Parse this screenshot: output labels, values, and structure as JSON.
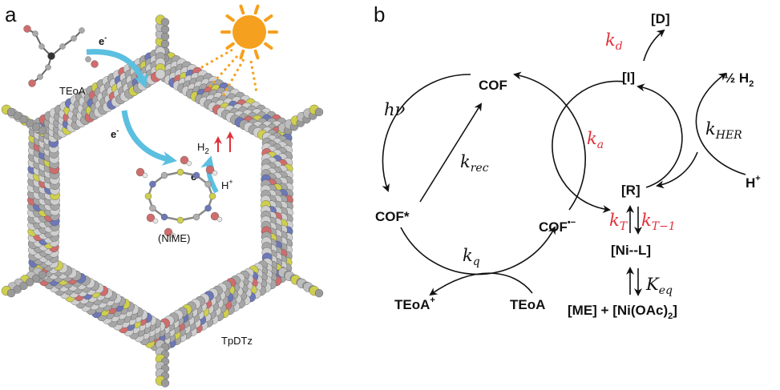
{
  "panel_a": {
    "letter": "a",
    "teoa": "TEoA",
    "e1": "e",
    "e2": "e",
    "e3": "e",
    "minus": "-",
    "h2": "H",
    "h2_sub": "2",
    "hplus": "H",
    "plus": "+",
    "catalyst": "(NiME)",
    "framework": "TpDTz",
    "colors": {
      "carbon": "#8a8a8a",
      "nitrogen": "#6c78b8",
      "oxygen": "#cf6d6d",
      "sulfur": "#cfcf4e",
      "sun": "#f5a01e",
      "arrow": "#5bbfe0"
    }
  },
  "panel_b": {
    "letter": "b",
    "cof": "COF",
    "cof_star": "COF*",
    "cof_rad": "COF",
    "cof_rad_sup": "•−",
    "hv": "hν",
    "krec": "k",
    "krec_sub": "rec",
    "kq": "k",
    "kq_sub": "q",
    "teoa": "TEoA",
    "teoa_plus": "TEoA",
    "teoa_plus_sup": "+",
    "D": "[D]",
    "kd": "k",
    "kd_sub": "d",
    "I": "[I]",
    "ka": "k",
    "ka_sub": "a",
    "R": "[R]",
    "half_h2": "½ H",
    "half_h2_sub": "2",
    "kher": "k",
    "kher_sub": "HER",
    "hplus": "H",
    "hplus_sup": "+",
    "kt": "k",
    "kt_sub": "T",
    "kt_inv": "k",
    "kt_inv_sub": "T−1",
    "nil": "[Ni--L]",
    "keq": "K",
    "keq_sub": "eq",
    "me": "[ME] + [Ni(OAc)",
    "me_sub": "2",
    "me_close": "]",
    "accent": "#e0303a"
  }
}
